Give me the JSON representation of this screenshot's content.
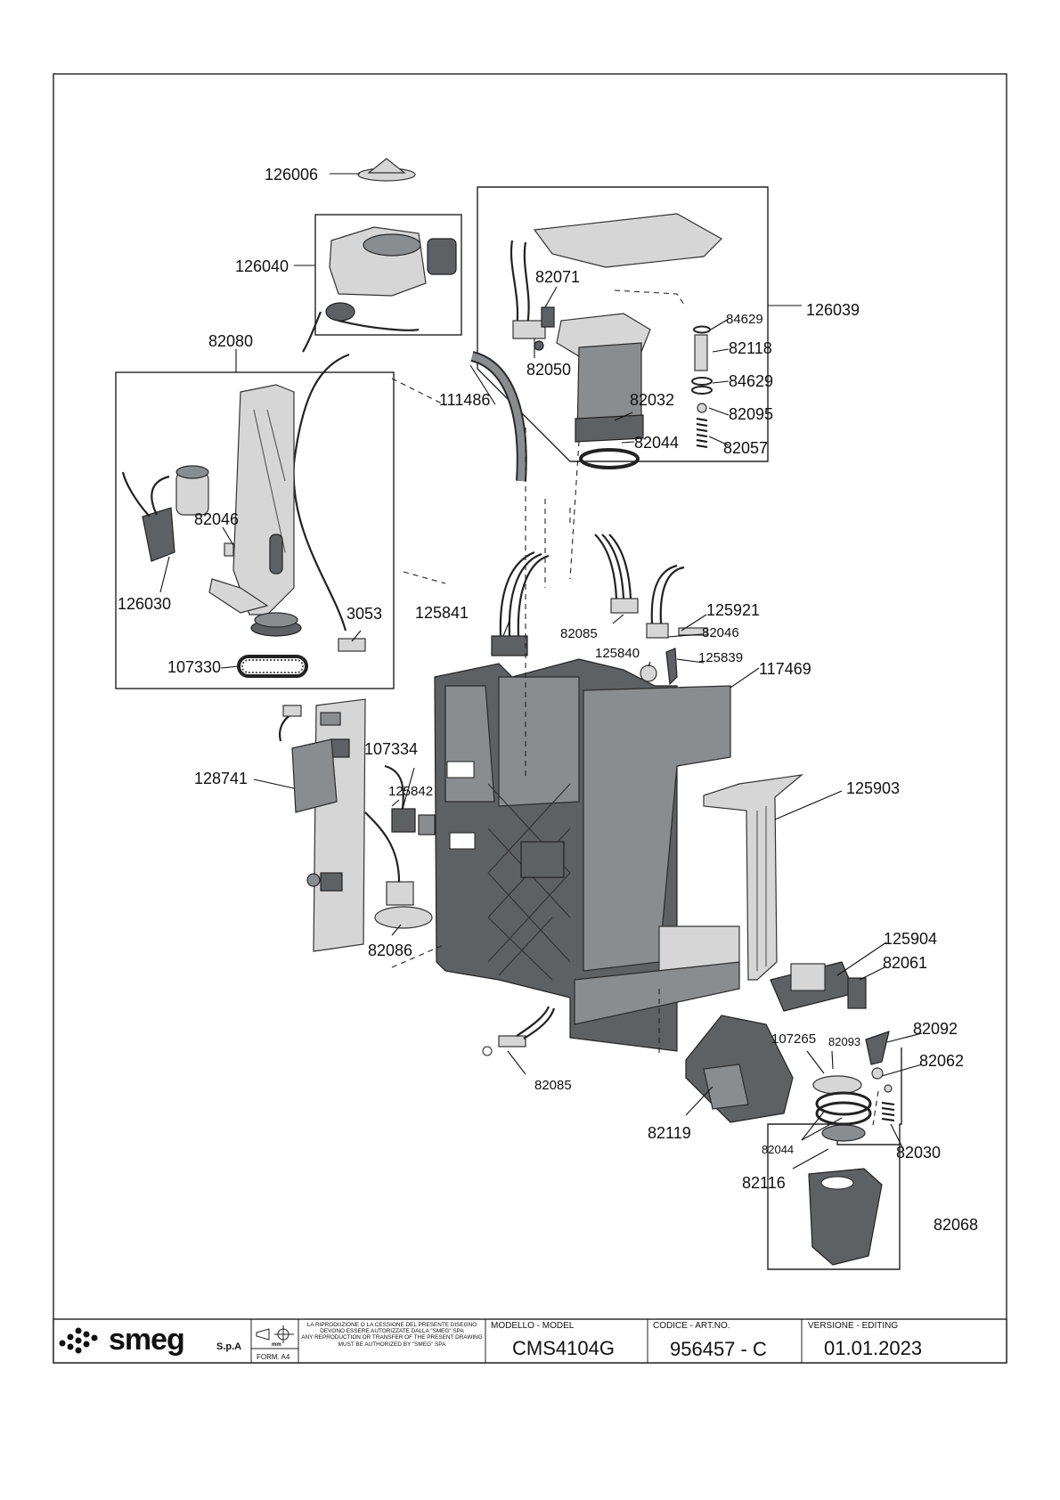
{
  "parts": {
    "p126006": "126006",
    "p126040": "126040",
    "p82080": "82080",
    "p82046a": "82046",
    "p126030": "126030",
    "p3053": "3053",
    "p107330": "107330",
    "p111486": "111486",
    "p82071": "82071",
    "p82050": "82050",
    "p82032": "82032",
    "p82044a": "82044",
    "p84629a": "84629",
    "p82118": "82118",
    "p84629b": "84629",
    "p82095": "82095",
    "p82057": "82057",
    "p126039": "126039",
    "p125841": "125841",
    "p82085a": "82085",
    "p125840": "125840",
    "p125921": "125921",
    "p82046b": "82046",
    "p125839": "125839",
    "p117469": "117469",
    "p128741": "128741",
    "p107334": "107334",
    "p125842": "125842",
    "p82086": "82086",
    "p125903": "125903",
    "p125904": "125904",
    "p82061": "82061",
    "p82085b": "82085",
    "p82119": "82119",
    "p107265": "107265",
    "p82093": "82093",
    "p82092": "82092",
    "p82062": "82062",
    "p82044b": "82044",
    "p82030": "82030",
    "p82116": "82116",
    "p82068": "82068"
  },
  "title_block": {
    "brand": "smeg",
    "company_suffix": "S.p.A",
    "unit": "mm",
    "form": "FORM. A4",
    "notice_it": "LA RIPRODUZIONE O LA CESSIONE DEL PRESENTE DISEGNO DEVONO ESSERE AUTORIZZATE DALLA \"SMEG\" SPA",
    "notice_en": "ANY REPRODUCTION OR TRANSFER OF THE PRESENT DRAWING MUST BE AUTHORIZED BY \"SMEG\" SPA",
    "model_label": "MODELLO - MODEL",
    "model_value": "CMS4104G",
    "code_label": "CODICE - ART.NO.",
    "code_value": "956457 - C",
    "version_label": "VERSIONE - EDITING",
    "version_value": "01.01.2023"
  },
  "colors": {
    "part_grey": "#8a8d90",
    "part_dark": "#5e6164",
    "part_light": "#d6d6d6",
    "line": "#111111"
  }
}
